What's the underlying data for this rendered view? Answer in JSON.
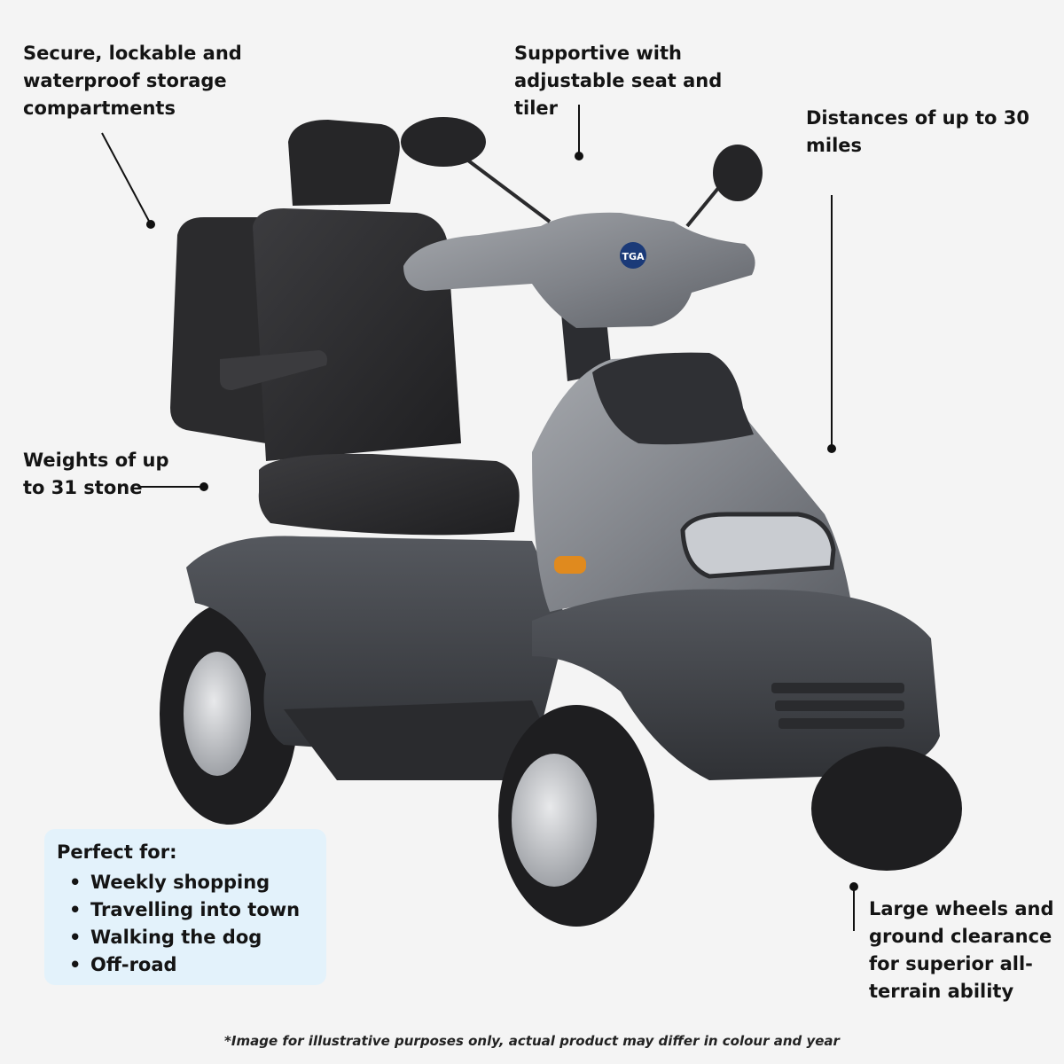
{
  "callouts": {
    "storage": "Secure, lockable and\nwaterproof storage\ncompartments",
    "seat": "Supportive with\nadjustable seat and\ntiler",
    "distance": "Distances of up to 30\nmiles",
    "weight": "Weights of up\nto 31 stone",
    "wheels": "Large wheels and\nground clearance\nfor superior all-\nterrain ability"
  },
  "perfect_for": {
    "title": "Perfect for:",
    "items": [
      "Weekly shopping",
      "Travelling into town",
      "Walking the dog",
      "Off-road"
    ]
  },
  "brand_badge": "TGA",
  "disclaimer": "*Image for illustrative purposes only, actual product may differ in colour and year",
  "colors": {
    "background": "#f4f4f4",
    "body_silver": "#7f8288",
    "body_dark": "#3f4146",
    "seat_black": "#2a2a2c",
    "highlight_box": "#e3f2fb",
    "indicator_amber": "#e08a1e"
  }
}
